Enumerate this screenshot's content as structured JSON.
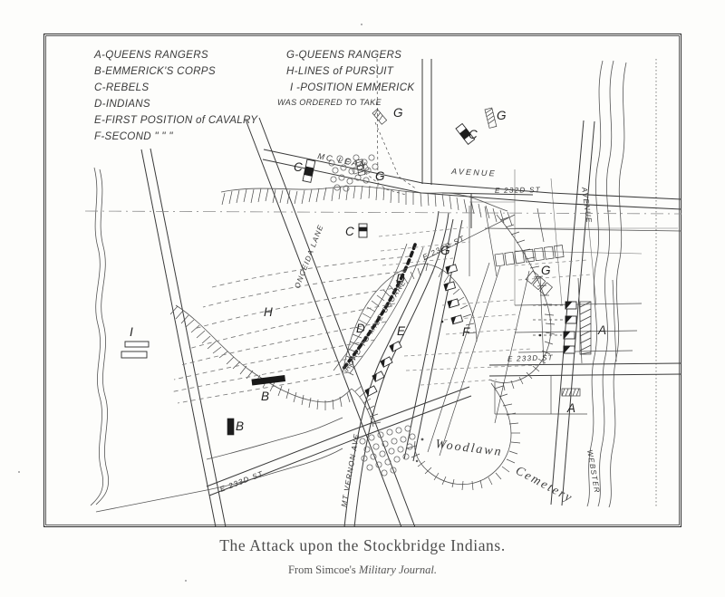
{
  "caption": {
    "title": "The Attack upon the Stockbridge Indians.",
    "source_prefix": "From Simcoe's ",
    "source_italic": "Military Journal."
  },
  "legend": {
    "left_column": [
      "A-QUEENS RANGERS",
      "B-EMMERICK'S CORPS",
      "C-REBELS",
      "D-INDIANS",
      "E-FIRST POSITION of CAVALRY",
      "F-SECOND      \"           \"           \""
    ],
    "right_column": [
      "G-QUEENS RANGERS",
      "H-LINES of PURSUIT",
      "I -POSITION EMMERICK",
      "WAS ORDERED TO TAKE"
    ],
    "entries": [
      {
        "key": "A",
        "text": "QUEENS RANGERS"
      },
      {
        "key": "B",
        "text": "EMMERICK'S CORPS"
      },
      {
        "key": "C",
        "text": "REBELS"
      },
      {
        "key": "D",
        "text": "INDIANS"
      },
      {
        "key": "E",
        "text": "FIRST POSITION of CAVALRY"
      },
      {
        "key": "F",
        "text": "SECOND"
      },
      {
        "key": "G",
        "text": "QUEENS RANGERS"
      },
      {
        "key": "H",
        "text": "LINES of PURSUIT"
      },
      {
        "key": "I",
        "text": "POSITION EMMERICK WAS ORDERED TO TAKE"
      }
    ]
  },
  "streets": [
    {
      "name": "MC LEAN",
      "id": "mclean-left"
    },
    {
      "name": "AVENUE",
      "id": "mclean-right"
    },
    {
      "name": "ONCEIDA LANE",
      "id": "onceida-lane"
    },
    {
      "name": "ROAD TO MILE SQUARE",
      "id": "road-to-mile-square"
    },
    {
      "name": "MT VERNON AVE",
      "id": "mt-vernon-ave"
    },
    {
      "name": "WEBSTER",
      "id": "webster-lower"
    },
    {
      "name": "AVENUE",
      "id": "webster-upper"
    },
    {
      "name": "E 232D ST",
      "id": "e232d-st-diag"
    },
    {
      "name": "E 232D ST",
      "id": "e232d-st-horiz"
    },
    {
      "name": "E 233D ST",
      "id": "e233d-st-right"
    },
    {
      "name": "E 233D ST",
      "id": "e233d-st-lower"
    }
  ],
  "places": [
    {
      "name": "Woodlawn",
      "id": "woodlawn-label"
    },
    {
      "name": "Cemetery",
      "id": "cemetery-label"
    }
  ],
  "map_markers": [
    {
      "label": "C",
      "id": "marker-c-upper-right"
    },
    {
      "label": "G",
      "id": "marker-g-top"
    },
    {
      "label": "G",
      "id": "marker-g-top-right"
    },
    {
      "label": "C",
      "id": "marker-c-left"
    },
    {
      "label": "G",
      "id": "marker-g-left"
    },
    {
      "label": "C",
      "id": "marker-c-mid-left"
    },
    {
      "label": "D",
      "id": "marker-d-upper"
    },
    {
      "label": "D",
      "id": "marker-d-lower"
    },
    {
      "label": "G",
      "id": "marker-g-center"
    },
    {
      "label": "G",
      "id": "marker-g-right"
    },
    {
      "label": "F",
      "id": "marker-f"
    },
    {
      "label": "E",
      "id": "marker-e"
    },
    {
      "label": "H",
      "id": "marker-h"
    },
    {
      "label": "I",
      "id": "marker-i"
    },
    {
      "label": "B",
      "id": "marker-b-upper"
    },
    {
      "label": "B",
      "id": "marker-b-lower"
    },
    {
      "label": "A",
      "id": "marker-a-right"
    },
    {
      "label": "A",
      "id": "marker-a-lower-right"
    }
  ],
  "colors": {
    "ink": "#2b2b2b",
    "ink_light": "#5f5f5f",
    "ink_faint": "#8a8a8a",
    "paper": "#fdfdfb",
    "caption": "#4d4d4d"
  }
}
